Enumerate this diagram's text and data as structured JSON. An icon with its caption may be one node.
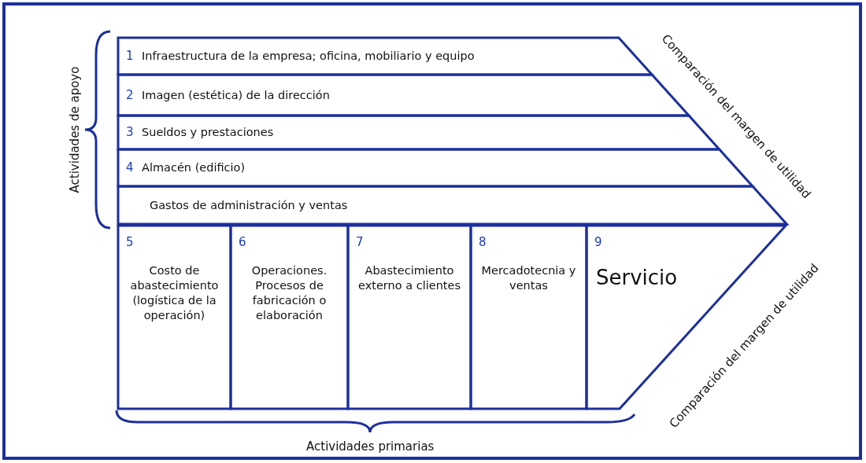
{
  "diagram": {
    "nodes": [
      {
        "text": [
          "1",
          "Infraestructura de la empresa; oficina, mobiliario y equipo"
        ]
      },
      {
        "text": [
          "2",
          "Imagen (estética) de la dirección"
        ]
      },
      {
        "text": [
          "3",
          "Sueldos y prestaciones"
        ]
      },
      {
        "text": [
          "4",
          "Almacén (edificio)"
        ]
      },
      {
        "text": [
          "Gastos de administración y ventas"
        ]
      },
      {
        "text": [
          "5",
          "Costo de abastecimiento (logística de la operación)"
        ]
      },
      {
        "text": [
          "6",
          "Operaciones. Procesos de fabricación o elaboración"
        ]
      },
      {
        "text": [
          "7",
          "Abastecimiento externo a clientes"
        ]
      },
      {
        "text": [
          "8",
          "Mercadotecnia y ventas"
        ]
      },
      {
        "text": [
          "9",
          "Servicio"
        ]
      }
    ],
    "edges": [],
    "labels": [
      "Actividades de apoyo",
      "Comparación del margen de utilidad",
      "Comparación del margen de utilidad",
      "Actividades primarias"
    ]
  }
}
